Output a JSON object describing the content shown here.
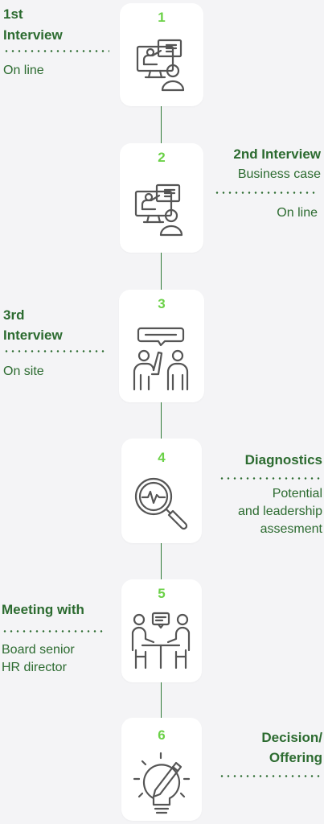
{
  "steps": [
    {
      "number": "1",
      "title_line1": "1st",
      "title_line2": "Interview",
      "detail_line1": "On line"
    },
    {
      "number": "2",
      "title_line1": "2nd Interview",
      "title_line2": "Business case",
      "detail_line1": "On line"
    },
    {
      "number": "3",
      "title_line1": "3rd",
      "title_line2": "Interview",
      "detail_line1": "On site"
    },
    {
      "number": "4",
      "title_line1": "Diagnostics",
      "detail_line1": "Potential",
      "detail_line2": "and leadership",
      "detail_line3": "assesment"
    },
    {
      "number": "5",
      "title_line1": "Meeting with",
      "detail_line1": "Board senior",
      "detail_line2": "HR director"
    },
    {
      "number": "6",
      "title_line1": "Decision/",
      "title_line2": "Offering"
    }
  ],
  "icons": [
    "presentation-icon",
    "presentation-icon",
    "discussion-icon",
    "magnifier-pulse-icon",
    "meeting-icon",
    "lightbulb-pencil-icon"
  ],
  "colors": {
    "accent_green": "#6bd147",
    "text_green": "#2c6b30",
    "line_green": "#2f7a36",
    "background": "#f4f4f6",
    "icon_gray": "#555555"
  }
}
